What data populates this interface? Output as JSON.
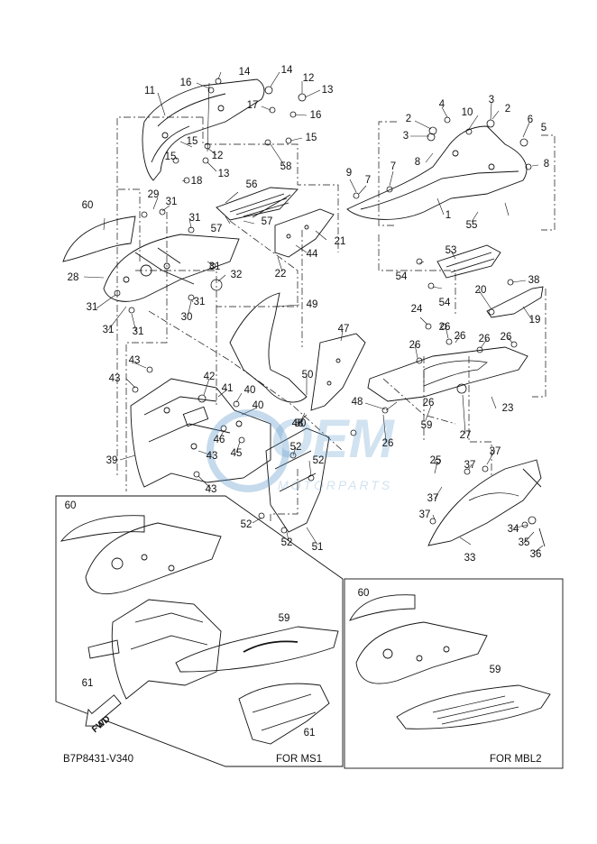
{
  "diagram_id": "B7P8431-V340",
  "fwd_label": "FWD",
  "variants": {
    "ms1": "FOR MS1",
    "mbl2": "FOR MBL2"
  },
  "watermark": {
    "logo": "OEM",
    "text": "MOTORPARTS"
  },
  "callouts": {
    "c1": "1",
    "c2a": "2",
    "c2b": "2",
    "c3a": "3",
    "c3b": "3",
    "c4": "4",
    "c5": "5",
    "c6": "6",
    "c7a": "7",
    "c7b": "7",
    "c8a": "8",
    "c8b": "8",
    "c9": "9",
    "c10": "10",
    "c11": "11",
    "c12a": "12",
    "c12b": "12",
    "c13a": "13",
    "c13b": "13",
    "c14a": "14",
    "c14b": "14",
    "c15a": "15",
    "c15b": "15",
    "c15c": "15",
    "c16a": "16",
    "c16b": "16",
    "c17": "17",
    "c18": "18",
    "c19": "19",
    "c20": "20",
    "c21": "21",
    "c22": "22",
    "c23": "23",
    "c24": "24",
    "c25": "25",
    "c26a": "26",
    "c26b": "26",
    "c26c": "26",
    "c26d": "26",
    "c26e": "26",
    "c26f": "26",
    "c26g": "26",
    "c27": "27",
    "c28": "28",
    "c29": "29",
    "c30": "30",
    "c31a": "31",
    "c31b": "31",
    "c31c": "31",
    "c31d": "31",
    "c31e": "31",
    "c31f": "31",
    "c31g": "31",
    "c32": "32",
    "c33": "33",
    "c34": "34",
    "c35": "35",
    "c36": "36",
    "c37a": "37",
    "c37b": "37",
    "c37c": "37",
    "c37d": "37",
    "c38": "38",
    "c39": "39",
    "c40a": "40",
    "c40b": "40",
    "c41": "41",
    "c42": "42",
    "c43a": "43",
    "c43b": "43",
    "c43c": "43",
    "c43d": "43",
    "c44": "44",
    "c45": "45",
    "c46": "46",
    "c47": "47",
    "c48a": "48",
    "c48b": "48",
    "c49": "49",
    "c50a": "50",
    "c50b": "50",
    "c51": "51",
    "c52a": "52",
    "c52b": "52",
    "c52c": "52",
    "c52d": "52",
    "c53": "53",
    "c54a": "54",
    "c54b": "54",
    "c55": "55",
    "c56": "56",
    "c57a": "57",
    "c57b": "57",
    "c58": "58",
    "c59a": "59",
    "c59b": "59",
    "c59c": "59",
    "c60a": "60",
    "c60b": "60",
    "c60c": "60",
    "c61a": "61",
    "c61b": "61"
  }
}
